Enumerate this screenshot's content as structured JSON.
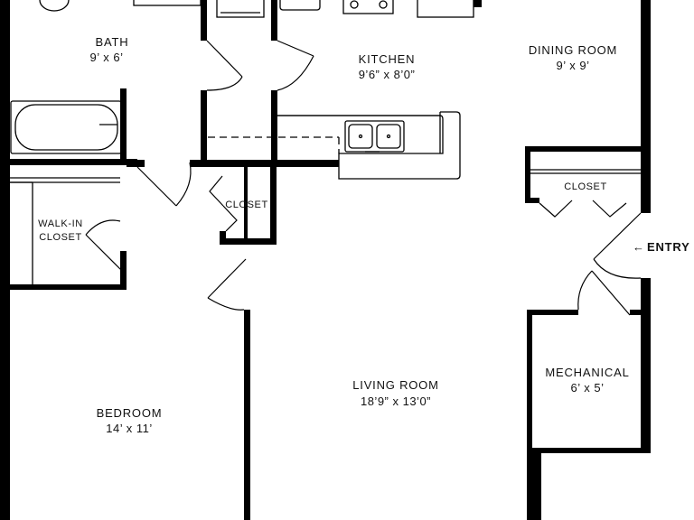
{
  "plan": {
    "rooms": {
      "bath": {
        "name": "BATH",
        "size": "9’ x 6’"
      },
      "kitchen": {
        "name": "KITCHEN",
        "size": "9’6” x 8’0”"
      },
      "dining": {
        "name": "DINING ROOM",
        "size": "9’ x 9’"
      },
      "living": {
        "name": "LIVING ROOM",
        "size": "18’9” x 13’0”"
      },
      "bedroom": {
        "name": "BEDROOM",
        "size": "14’ x 11’"
      },
      "mechanical": {
        "name": "MECHANICAL",
        "size": "6’ x 5’"
      }
    },
    "closets": {
      "walkin_line1": "WALK-IN",
      "walkin_line2": "CLOSET",
      "hall_closet": "CLOSET",
      "entry_closet": "CLOSET"
    },
    "entry": {
      "arrow": "←",
      "label": "ENTRY"
    }
  }
}
